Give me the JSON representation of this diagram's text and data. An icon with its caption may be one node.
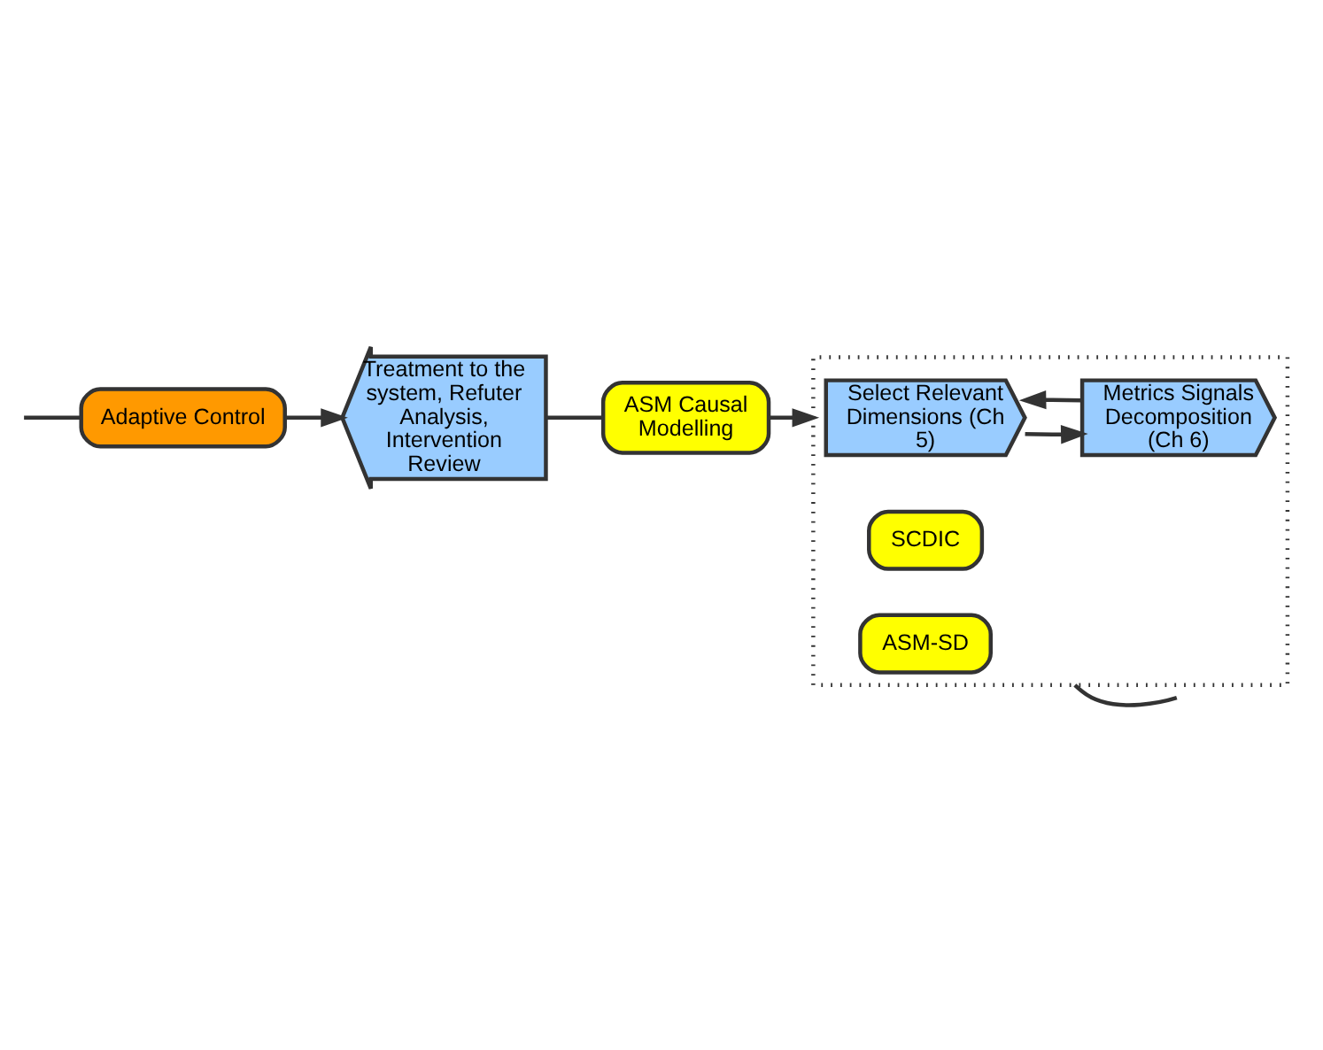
{
  "diagram": {
    "nodes": [
      {
        "text": [],
        "shape": "chevron"
      },
      {
        "text": [
          "Select Relevant Dimensions (Ch 5)"
        ],
        "in": 0
      },
      {
        "text": [
          "SCDIC"
        ],
        "in": 0
      },
      {
        "text": [
          "Metrics Signals Decomposition (Ch 6)"
        ],
        "in": 0
      },
      {
        "text": [
          "ASM-SD"
        ],
        "in": 0
      },
      {
        "text": [
          "ASM Causal Modelling"
        ]
      },
      {
        "text": [
          "Treatment to the system, Refuter Analysis, Intervention Review"
        ]
      },
      {
        "text": [
          "Adaptive Control"
        ]
      }
    ],
    "edges": [
      {
        "from": 3,
        "to": 1,
        "arrow": "to"
      },
      {
        "from": 1,
        "to": 3,
        "arrow": "to"
      },
      {
        "from": 0,
        "to": null,
        "arrow": "none"
      },
      {
        "from": null,
        "to": 7,
        "arrow": "none"
      },
      {
        "from": 7,
        "to": 6,
        "arrow": "to"
      },
      {
        "from": 6,
        "to": 5,
        "arrow": "none"
      },
      {
        "from": 5,
        "to": 0,
        "arrow": "to"
      }
    ]
  }
}
